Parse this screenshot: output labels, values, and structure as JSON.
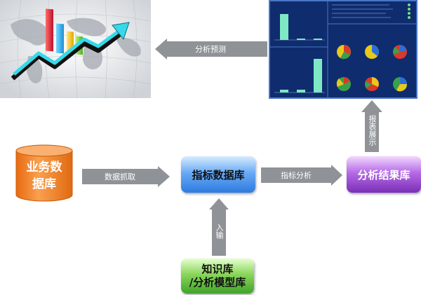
{
  "nodes": {
    "business_db": {
      "line1": "业务数",
      "line2": "据库",
      "color": "#f4811f"
    },
    "index_db": {
      "label": "指标数据库",
      "color": "#4a90e8"
    },
    "result_db": {
      "label": "分析结果库",
      "color": "#9b4fd0"
    },
    "knowledge_db": {
      "line1": "知识库",
      "line2": "/分析模型库",
      "color": "#5cbf3a"
    }
  },
  "edges": {
    "extract": "数据抓取",
    "analyze": "指标分析",
    "input": "入输",
    "report": "报表展示",
    "forecast": "分析预测"
  },
  "colors": {
    "arrow": "#8f9296",
    "dashboard_bg": "#0f2c6e"
  }
}
